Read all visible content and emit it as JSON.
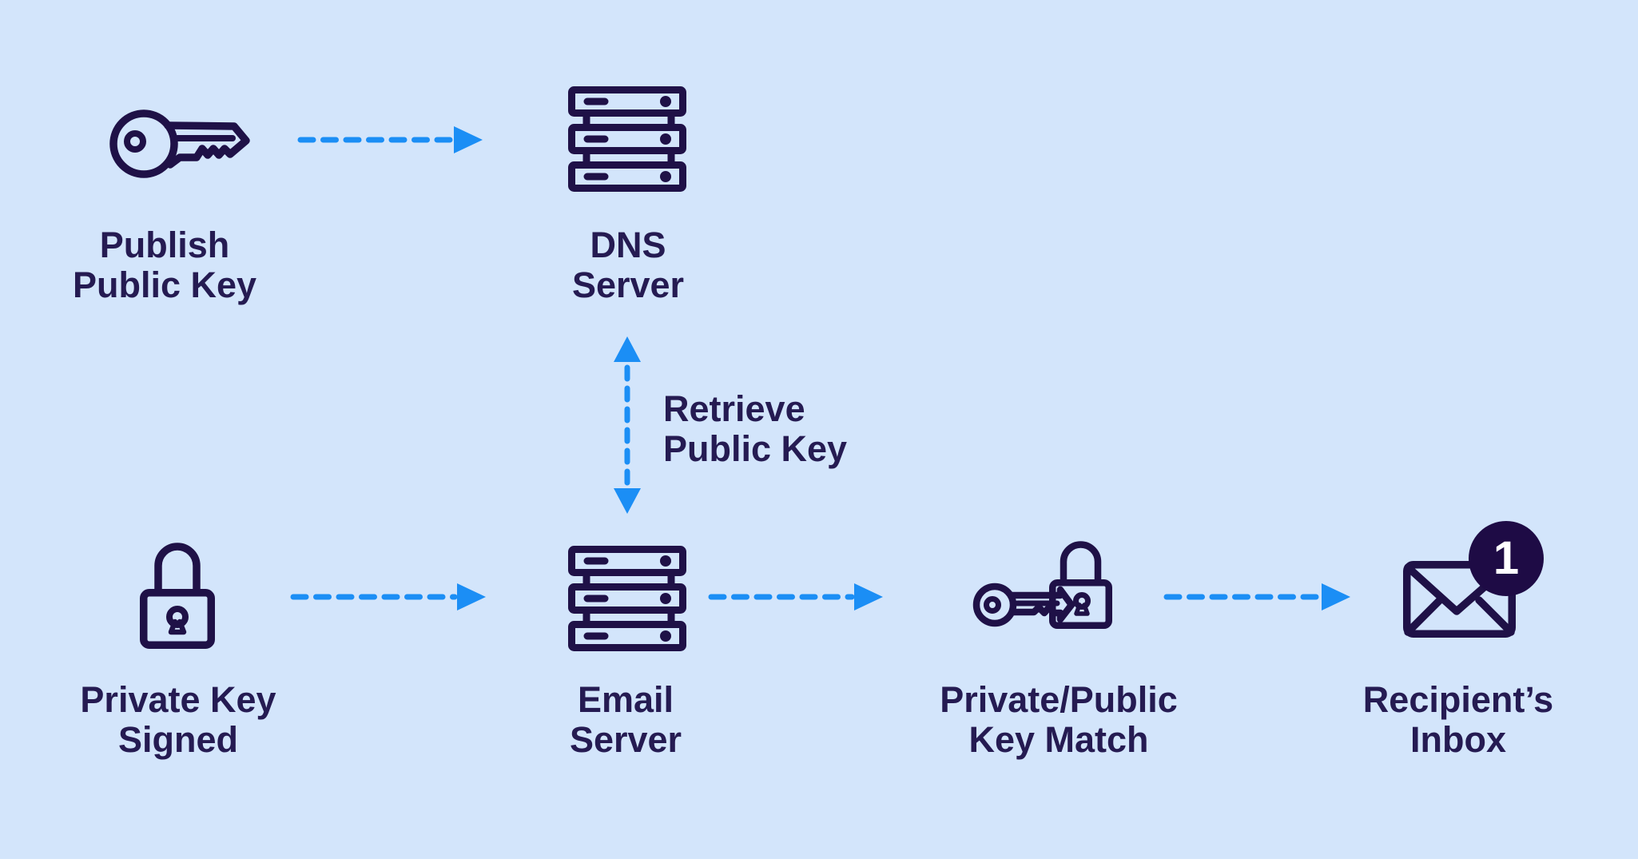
{
  "title": "Email authentication public/private key flow diagram",
  "theme": {
    "bg": "#d3e5fb",
    "ink": "#1f1147",
    "text": "#251b52",
    "arrow": "#1b8ef5",
    "badge-bg": "#1e0b45",
    "badge-text": "#ffffff"
  },
  "nodes": {
    "publish_key": {
      "icon": "key-icon",
      "label": "Publish\nPublic Key"
    },
    "dns_server": {
      "icon": "server-icon",
      "label": "DNS\nServer"
    },
    "private_key_signed": {
      "icon": "lock-icon",
      "label": "Private Key\nSigned"
    },
    "email_server": {
      "icon": "server-icon",
      "label": "Email\nServer"
    },
    "key_match": {
      "icon": "key-lock-icon",
      "label": "Private/Public\nKey Match"
    },
    "recipients_inbox": {
      "icon": "envelope-icon",
      "label": "Recipient’s\nInbox",
      "badge_count": "1"
    }
  },
  "edges": {
    "publish_to_dns": {
      "style": "dashed",
      "direction": "right"
    },
    "dns_email_exchange": {
      "style": "dashed",
      "direction": "both-vertical",
      "label": "Retrieve\nPublic Key"
    },
    "signed_to_email": {
      "style": "dashed",
      "direction": "right"
    },
    "email_to_match": {
      "style": "dashed",
      "direction": "right"
    },
    "match_to_inbox": {
      "style": "dashed",
      "direction": "right"
    }
  }
}
